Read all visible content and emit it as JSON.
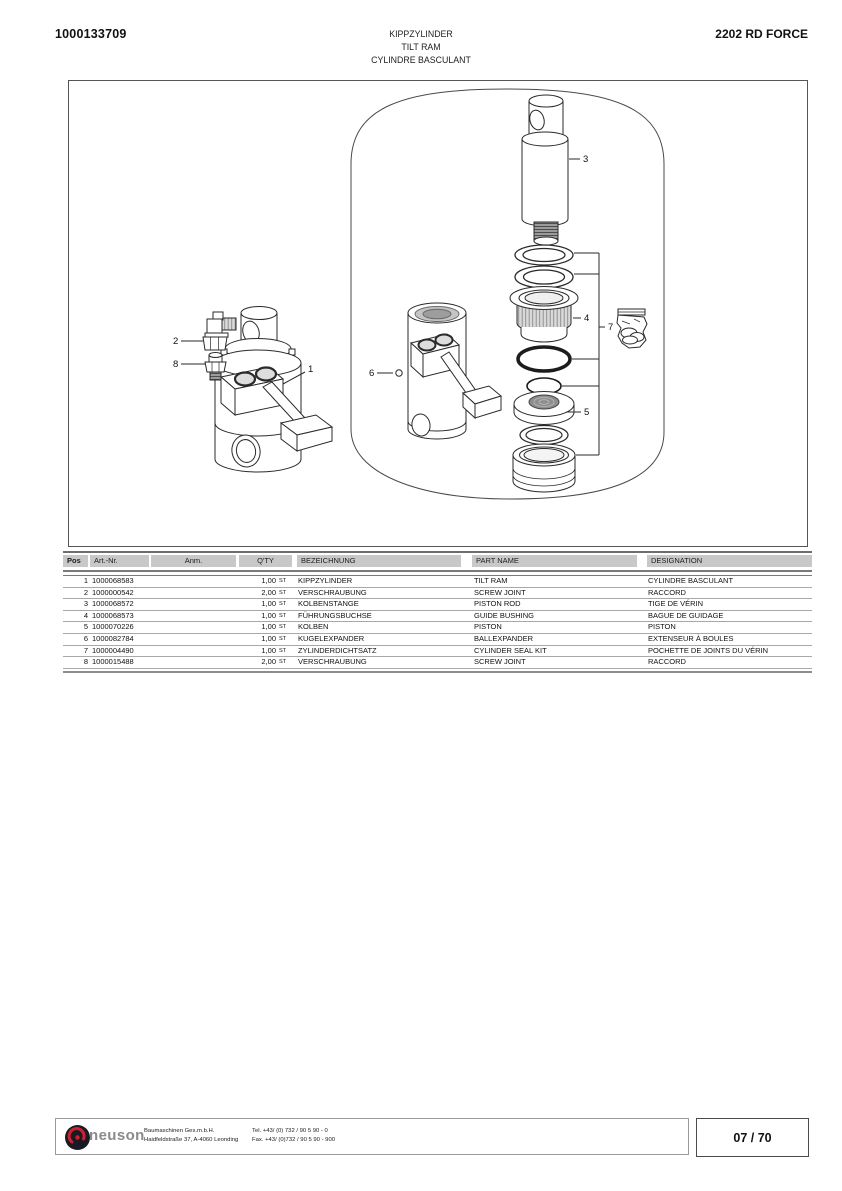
{
  "page": {
    "doc_number": "1000133709",
    "title_de": "KIPPZYLINDER",
    "title_en": "TILT RAM",
    "title_fr": "CYLINDRE BASCULANT",
    "model": "2202 RD FORCE"
  },
  "diagram": {
    "callouts": {
      "c1": "1",
      "c2": "2",
      "c3": "3",
      "c4": "4",
      "c5": "5",
      "c6": "6",
      "c7": "7",
      "c8": "8"
    }
  },
  "parts_table": {
    "headers": {
      "pos": "Pos",
      "art_nr": "Art.-Nr.",
      "anm": "Anm.",
      "qty": "Q'TY",
      "bezeichnung": "BEZEICHNUNG",
      "part_name": "PART NAME",
      "designation": "DESIGNATION"
    },
    "rows": [
      {
        "pos": "1",
        "art_nr": "1000068583",
        "anm": "",
        "qty": "1,00",
        "unit": "ST",
        "bezeichnung": "KIPPZYLINDER",
        "part_name": "TILT RAM",
        "designation": "CYLINDRE BASCULANT"
      },
      {
        "pos": "2",
        "art_nr": "1000000542",
        "anm": "",
        "qty": "2,00",
        "unit": "ST",
        "bezeichnung": "VERSCHRAUBUNG",
        "part_name": "SCREW JOINT",
        "designation": "RACCORD"
      },
      {
        "pos": "3",
        "art_nr": "1000068572",
        "anm": "",
        "qty": "1,00",
        "unit": "ST",
        "bezeichnung": "KOLBENSTANGE",
        "part_name": "PISTON ROD",
        "designation": "TIGE DE VÉRIN"
      },
      {
        "pos": "4",
        "art_nr": "1000068573",
        "anm": "",
        "qty": "1,00",
        "unit": "ST",
        "bezeichnung": "FÜHRUNGSBUCHSE",
        "part_name": "GUIDE BUSHING",
        "designation": "BAGUE DE GUIDAGE"
      },
      {
        "pos": "5",
        "art_nr": "1000070226",
        "anm": "",
        "qty": "1,00",
        "unit": "ST",
        "bezeichnung": "KOLBEN",
        "part_name": "PISTON",
        "designation": "PISTON"
      },
      {
        "pos": "6",
        "art_nr": "1000082784",
        "anm": "",
        "qty": "1,00",
        "unit": "ST",
        "bezeichnung": "KUGELEXPANDER",
        "part_name": "BALLEXPANDER",
        "designation": "EXTENSEUR À BOULES"
      },
      {
        "pos": "7",
        "art_nr": "1000004490",
        "anm": "",
        "qty": "1,00",
        "unit": "ST",
        "bezeichnung": "ZYLINDERDICHTSATZ",
        "part_name": "CYLINDER SEAL KIT",
        "designation": "POCHETTE DE JOINTS DU VÉRIN"
      },
      {
        "pos": "8",
        "art_nr": "1000015488",
        "anm": "",
        "qty": "2,00",
        "unit": "ST",
        "bezeichnung": "VERSCHRAUBUNG",
        "part_name": "SCREW JOINT",
        "designation": "RACCORD"
      }
    ]
  },
  "footer": {
    "brand": "neuson",
    "company_line1": "Baumaschinen Ges.m.b.H.",
    "company_line2": "Haidfeldstraße 37, A-4060 Leonding",
    "tel": "Tel. +43/ (0) 732 / 90 5 90 - 0",
    "fax": "Fax. +43/ (0)732 / 90 5 90 - 900",
    "page_indicator": "07 / 70"
  },
  "colors": {
    "header_cell_bg": "#c8c8c8",
    "line_dark": "#2a2a2a",
    "logo_red": "#cf2030",
    "logo_dark": "#1a1a24"
  }
}
